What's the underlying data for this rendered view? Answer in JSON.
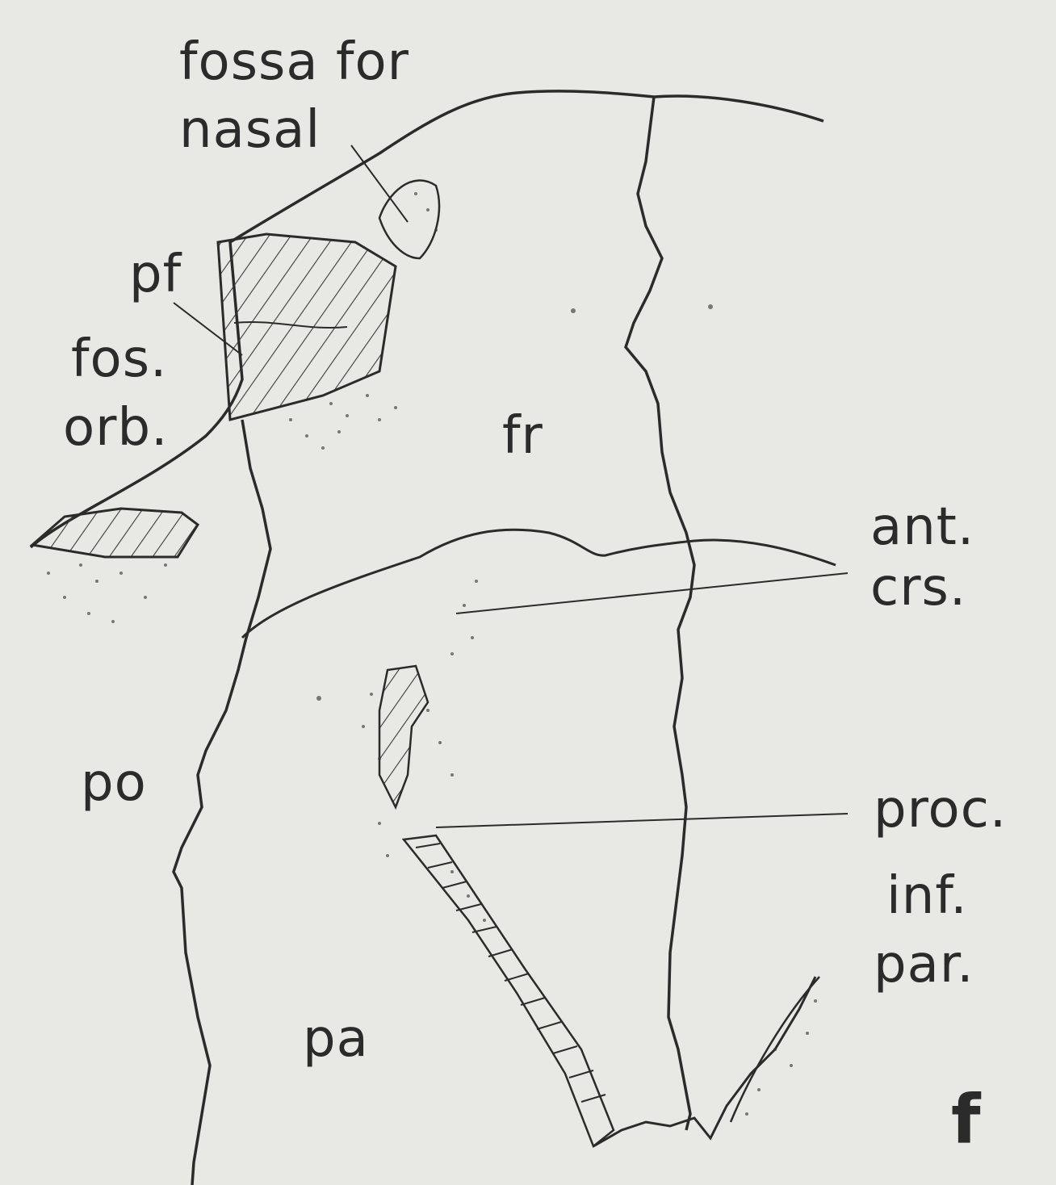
{
  "labels": {
    "fossa_nasal_line1": "fossa for",
    "fossa_nasal_line2": "nasal",
    "pf": "pf",
    "fos_orb_line1": "fos.",
    "fos_orb_line2": "orb.",
    "fr": "fr",
    "ant_crs_line1": "ant.",
    "ant_crs_line2": "crs.",
    "po": "po",
    "proc_line1": "proc.",
    "proc_line2": "inf.",
    "proc_line3": "par.",
    "pa": "pa",
    "panel_letter": "f"
  },
  "colors": {
    "ink": "#2b2b2b",
    "paper": "#e8e8e5"
  }
}
